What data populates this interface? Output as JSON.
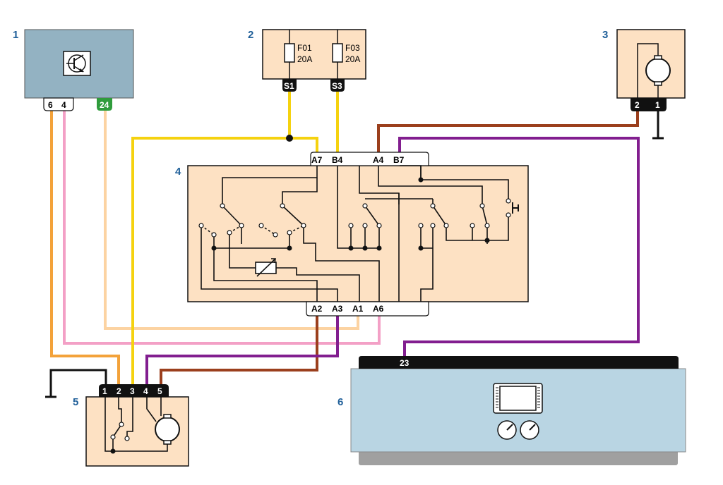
{
  "colors": {
    "component_fill": "#fde1c3",
    "module_fill": "#93b2c2",
    "cluster_fill": "#b9d5e3",
    "number_color": "#1f5f99",
    "wire_yellow": "#f5d20f",
    "wire_pale_yellow": "#fde19b",
    "wire_orange": "#f3a23a",
    "wire_pink": "#f3a0c6",
    "wire_peach": "#fcd3a2",
    "wire_brown": "#9b3f1d",
    "wire_purple": "#821e8f",
    "connector_black": "#111111",
    "connector_green": "#2f9c3c"
  },
  "components": {
    "c1": {
      "number": "1",
      "pins": [
        "6",
        "4",
        "24"
      ],
      "icon": "transistor-icon"
    },
    "c2": {
      "number": "2",
      "fuses": [
        {
          "name": "F01",
          "rating": "20A"
        },
        {
          "name": "F03",
          "rating": "20A"
        }
      ],
      "pins": [
        "S1",
        "S3"
      ]
    },
    "c3": {
      "number": "3",
      "pins": [
        "2",
        "1"
      ],
      "icon": "motor-icon"
    },
    "c4": {
      "number": "4",
      "pins_top": [
        "A7",
        "B4",
        "A4",
        "B7"
      ],
      "pins_bottom": [
        "A2",
        "A3",
        "A1",
        "A6"
      ]
    },
    "c5": {
      "number": "5",
      "pins": [
        "1",
        "2",
        "3",
        "4",
        "5"
      ],
      "icon": "motor-icon"
    },
    "c6": {
      "number": "6",
      "pins": [
        "23"
      ],
      "icon": "instrument-cluster-icon"
    }
  }
}
